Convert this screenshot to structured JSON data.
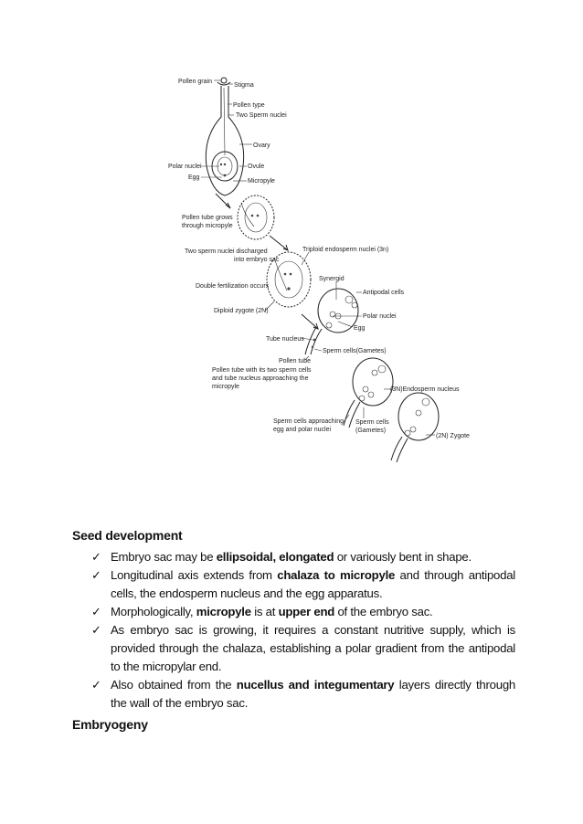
{
  "diagram": {
    "labels": {
      "pollen_grain": "Pollen grain",
      "stigma": "Stigma",
      "pollen_type": "Pollen type",
      "two_sperm_nuclei": "Two Sperm nuclei",
      "ovary": "Ovary",
      "polar_nuclei": "Polar nuclei",
      "ovule": "Ovule",
      "egg": "Egg",
      "micropyle": "Micropyle",
      "tube_grows_1": "Pollen tube grows",
      "tube_grows_2": "through micropyle",
      "discharged_1": "Two sperm nuclei discharged",
      "discharged_2": "into embryo sac",
      "triploid": "Triploid endosperm nuclei (3n)",
      "synergid": "Synergid",
      "double_fert": "Double fertilization occurs",
      "antipodal": "Antipodal cells",
      "diploid_zygote": "Diploid zygote (2N)",
      "polar_nuclei_2": "Polar nuclei",
      "egg_2": "Egg",
      "tube_nucleus": "Tube nucleus",
      "sperm_gametes": "Sperm cells(Gametes)",
      "pollen_tube": "Pollen tube",
      "tube_with_sperm_1": "Pollen tube with its two sperm cells",
      "tube_with_sperm_2": "and tube nucleus approaching the",
      "tube_with_sperm_3": "micropyle",
      "endosperm_3n": "(3N)Endosperm nucleus",
      "approaching_1": "Sperm cells approaching",
      "approaching_2": "egg and polar nuclei",
      "sperm_cells_1": "Sperm cells",
      "sperm_cells_2": "(Gametes)",
      "zygote_2n": "(2N) Zygote"
    }
  },
  "seed_heading": "Seed development",
  "check_glyph": "✓",
  "bullets": [
    [
      {
        "t": "Embryo sac may be ",
        "b": false
      },
      {
        "t": "ellipsoidal, elongated",
        "b": true
      },
      {
        "t": " or variously bent in shape.",
        "b": false
      }
    ],
    [
      {
        "t": "Longitudinal axis extends from ",
        "b": false
      },
      {
        "t": "chalaza to micropyle",
        "b": true
      },
      {
        "t": " and through antipodal cells, the endosperm nucleus and the egg apparatus.",
        "b": false
      }
    ],
    [
      {
        "t": "Morphologically, ",
        "b": false
      },
      {
        "t": "micropyle",
        "b": true
      },
      {
        "t": " is at ",
        "b": false
      },
      {
        "t": "upper end",
        "b": true
      },
      {
        "t": " of the embryo sac.",
        "b": false
      }
    ],
    [
      {
        "t": "As embryo sac is growing, it requires a constant nutritive supply, which is provided through the chalaza, establishing a polar gradient from the antipodal to the micropylar end.",
        "b": false
      }
    ],
    [
      {
        "t": "Also obtained from the ",
        "b": false
      },
      {
        "t": "nucellus and integumentary",
        "b": true
      },
      {
        "t": " layers directly through the wall of the embryo sac.",
        "b": false
      }
    ]
  ],
  "embryo_heading": "Embryogeny"
}
